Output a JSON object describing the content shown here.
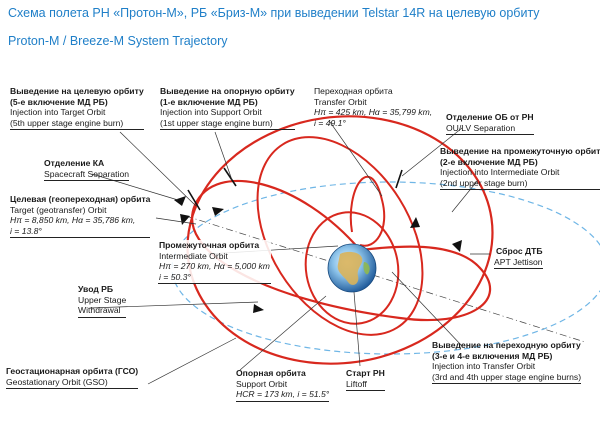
{
  "title_ru": "Схема полета РН «Протон-М», РБ «Бриз-М» при выведении Telstar 14R на целевую орбиту",
  "title_en": "Proton-M / Breeze-M System Trajectory",
  "labels": {
    "target_injection": {
      "ru1": "Выведение на целевую орбиту",
      "ru2": "(5-е включение МД РБ)",
      "en1": "Injection into Target Orbit",
      "en2": "(5th upper stage engine burn)"
    },
    "support_injection": {
      "ru1": "Выведение на опорную орбиту",
      "ru2": "(1-е включение МД РБ)",
      "en1": "Injection into Support Orbit",
      "en2": "(1st upper stage engine burn)"
    },
    "transfer_orbit": {
      "ru": "Переходная орбита",
      "en": "Transfer Orbit",
      "p1": "Hπ = 425 km, Hα = 35,799 km,",
      "p2": "i = 49.1°"
    },
    "separation_ob": {
      "ru": "Отделение ОБ от РН",
      "en": "OU/LV Separation"
    },
    "sc_separation": {
      "ru": "Отделение КА",
      "en": "Spacecraft Separation"
    },
    "intermediate_injection": {
      "ru1": "Выведение на промежуточную орбиту",
      "ru2": "(2-е включение МД РБ)",
      "en1": "Injection into Intermediate Orbit",
      "en2": "(2nd upper stage burn)"
    },
    "target_orbit": {
      "ru": "Целевая (геопереходная) орбита",
      "en": "Target (geotransfer) Orbit",
      "p1": "Hπ = 8,850 km, Hα = 35,786 km,",
      "p2": "i = 13.8°"
    },
    "intermediate_orbit": {
      "ru": "Промежуточная орбита",
      "en": "Intermediate Orbit",
      "p1": "Hπ = 270 km, Hα = 5,000 km",
      "p2": "i = 50.3°"
    },
    "apt_jettison": {
      "ru": "Сброс ДТБ",
      "en": "APT Jettison"
    },
    "withdrawal": {
      "ru": "Увод РБ",
      "en1": "Upper Stage",
      "en2": "Withdrawal"
    },
    "transfer_injection": {
      "ru1": "Выведение на переходную орбиту",
      "ru2": "(3-е и 4-е включения МД РБ)",
      "en1": "Injection into Transfer Orbit",
      "en2": "(3rd and 4th upper stage engine burns)"
    },
    "gso": {
      "ru": "Геостационарная орбита (ГСО)",
      "en": "Geostationary Orbit (GSO)"
    },
    "support_orbit": {
      "ru": "Опорная орбита",
      "en": "Support Orbit",
      "p1": "HCR = 173 km, i = 51.5°"
    },
    "liftoff": {
      "ru": "Старт РН",
      "en": "Liftoff"
    }
  },
  "colors": {
    "orbit": "#d8281e",
    "gso": "#6fb6e6",
    "title": "#1f7fc8",
    "leader": "#333333"
  }
}
